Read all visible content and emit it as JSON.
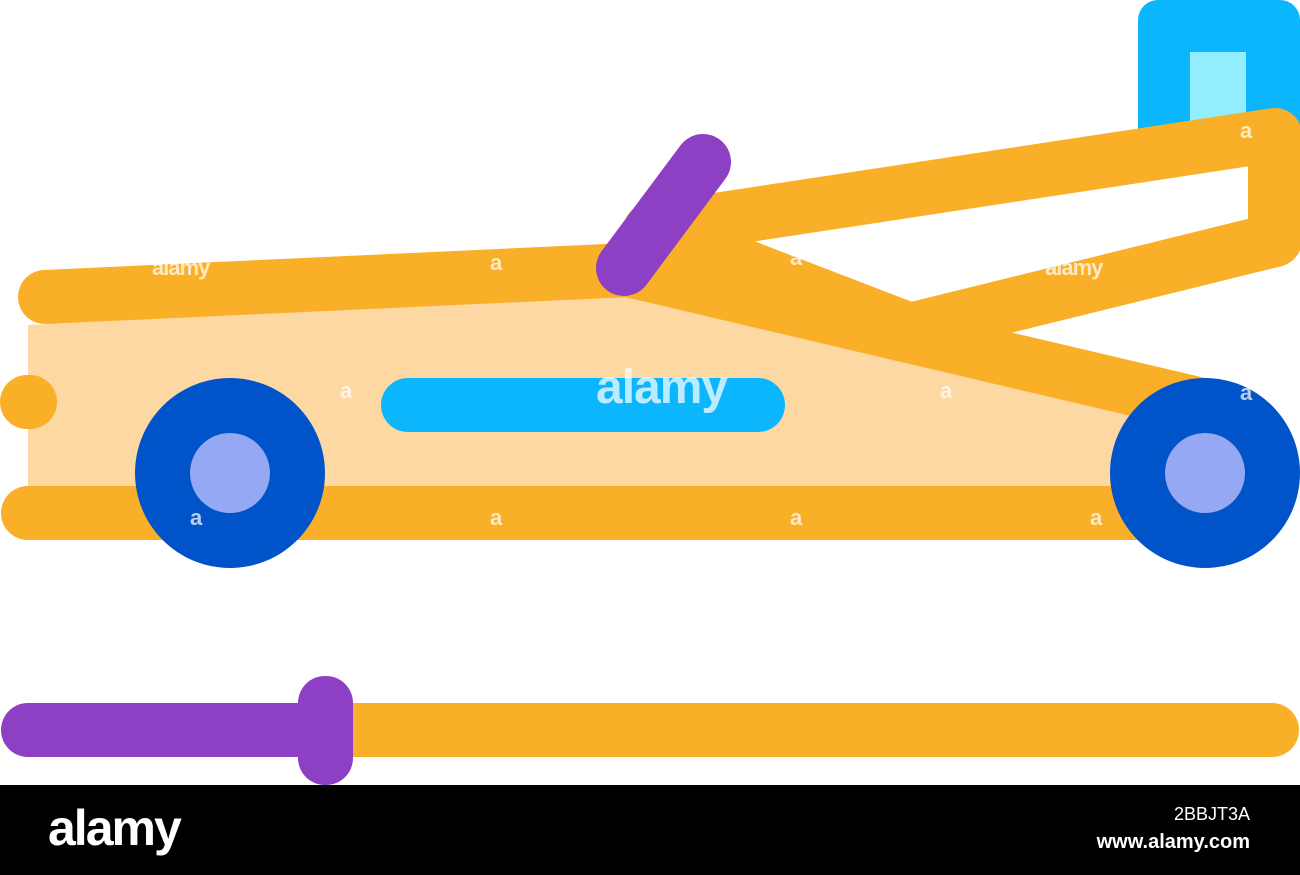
{
  "illustration": {
    "icon": "floor-jack-icon",
    "colors": {
      "frame": "#F9AF27",
      "body_fill": "#FDD8A2",
      "wheel_outer": "#0053C8",
      "wheel_inner": "#94A8F4",
      "window": "#0CB6FC",
      "saddle": "#0CB6FC",
      "saddle_inner": "#92EEFC",
      "handle": "#8E40C4"
    }
  },
  "watermark": {
    "text": "alamy",
    "small_text": "a"
  },
  "footer": {
    "logo": "alamy",
    "image_id": "2BBJT3A",
    "site": "www.alamy.com",
    "background": "#000000"
  }
}
